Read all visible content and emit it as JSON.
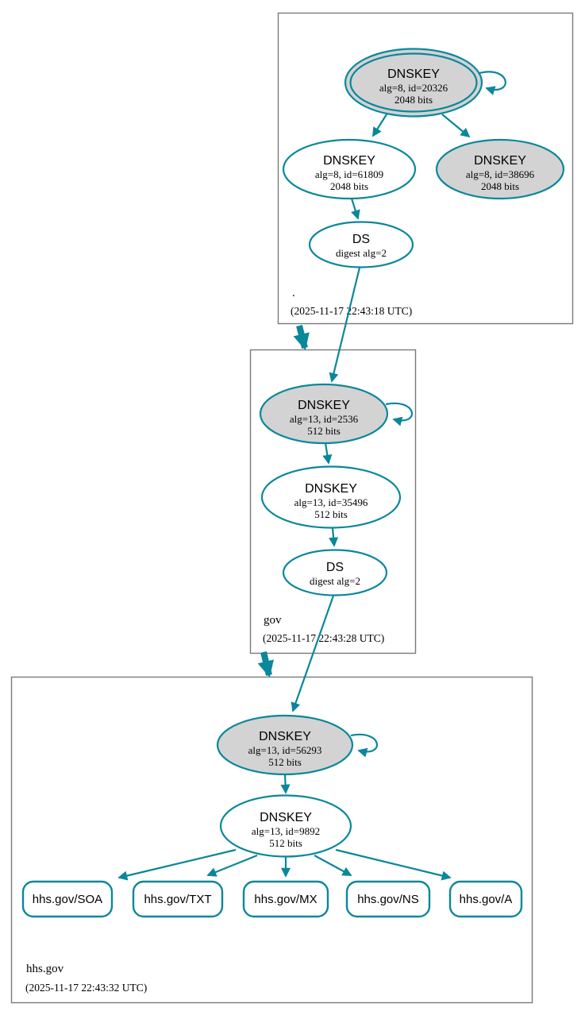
{
  "colors": {
    "edge": "#0a879a",
    "key_fill": "#d3d3d3",
    "box_border": "#7a7a7a",
    "background": "#ffffff",
    "text": "#000000"
  },
  "zones": [
    {
      "label": ".",
      "timestamp": "(2025-11-17 22:43:18 UTC)",
      "ksk": {
        "title": "DNSKEY",
        "detail": "alg=8, id=20326",
        "bits": "2048 bits"
      },
      "zsk": {
        "title": "DNSKEY",
        "detail": "alg=8, id=61809",
        "bits": "2048 bits"
      },
      "key2": {
        "title": "DNSKEY",
        "detail": "alg=8, id=38696",
        "bits": "2048 bits"
      },
      "ds": {
        "title": "DS",
        "detail": "digest alg=2"
      }
    },
    {
      "label": "gov",
      "timestamp": "(2025-11-17 22:43:28 UTC)",
      "ksk": {
        "title": "DNSKEY",
        "detail": "alg=13, id=2536",
        "bits": "512 bits"
      },
      "zsk": {
        "title": "DNSKEY",
        "detail": "alg=13, id=35496",
        "bits": "512 bits"
      },
      "ds": {
        "title": "DS",
        "detail": "digest alg=2"
      }
    },
    {
      "label": "hhs.gov",
      "timestamp": "(2025-11-17 22:43:32 UTC)",
      "ksk": {
        "title": "DNSKEY",
        "detail": "alg=13, id=56293",
        "bits": "512 bits"
      },
      "zsk": {
        "title": "DNSKEY",
        "detail": "alg=13, id=9892",
        "bits": "512 bits"
      },
      "rrsets": [
        {
          "label": "hhs.gov/SOA"
        },
        {
          "label": "hhs.gov/TXT"
        },
        {
          "label": "hhs.gov/MX"
        },
        {
          "label": "hhs.gov/NS"
        },
        {
          "label": "hhs.gov/A"
        }
      ]
    }
  ]
}
